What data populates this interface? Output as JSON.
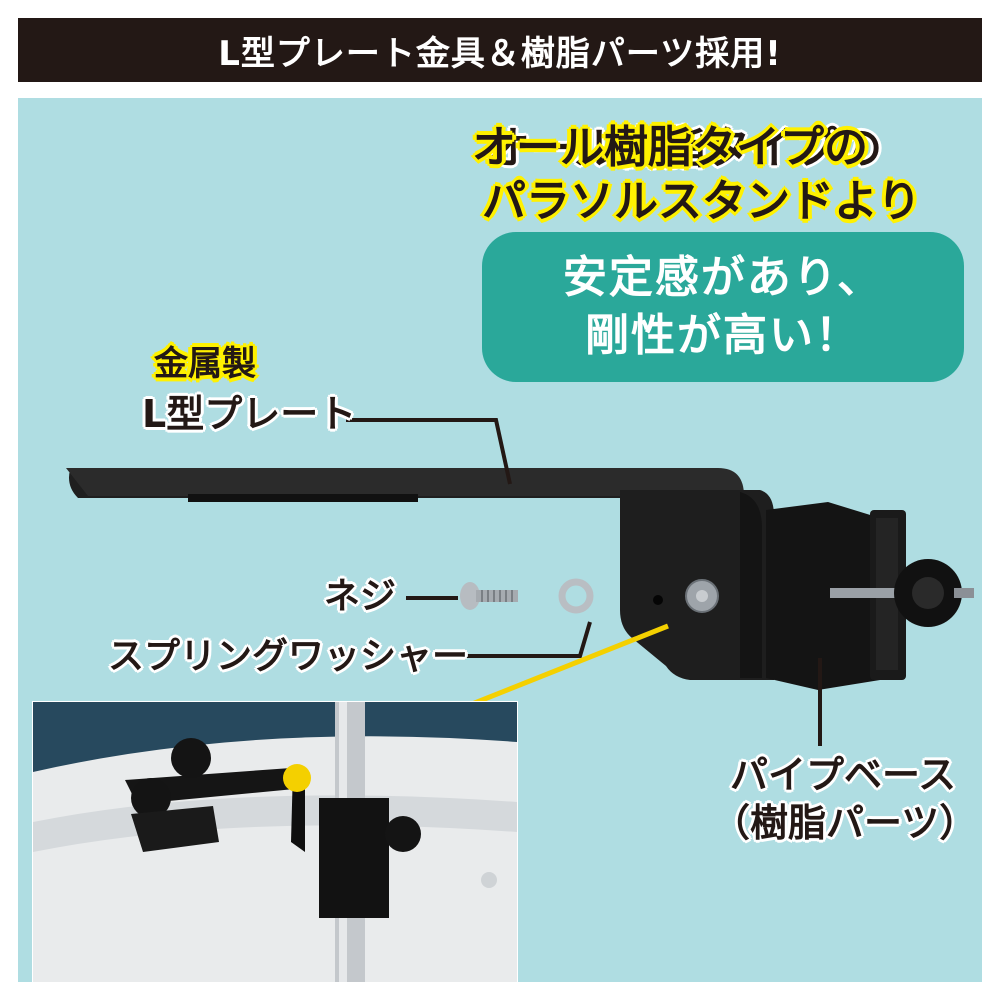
{
  "header": {
    "title": "L型プレート金具＆樹脂パーツ採用!"
  },
  "headline": {
    "line1": "オール樹脂タイプの",
    "line2": "パラソルスタンドより"
  },
  "callout": {
    "line1": "安定感があり、",
    "line2": "剛性が高い！"
  },
  "labels": {
    "material": "金属製",
    "plate": "L型プレート",
    "screw": "ネジ",
    "washer": "スプリングワッシャー",
    "pipe_base_line1": "パイプベース",
    "pipe_base_line2": "（樹脂パーツ）"
  },
  "colors": {
    "header_bg": "#231815",
    "stage_bg": "#afdde2",
    "highlight": "#fff100",
    "callout_bg": "#2aa89a",
    "text": "#231815"
  }
}
